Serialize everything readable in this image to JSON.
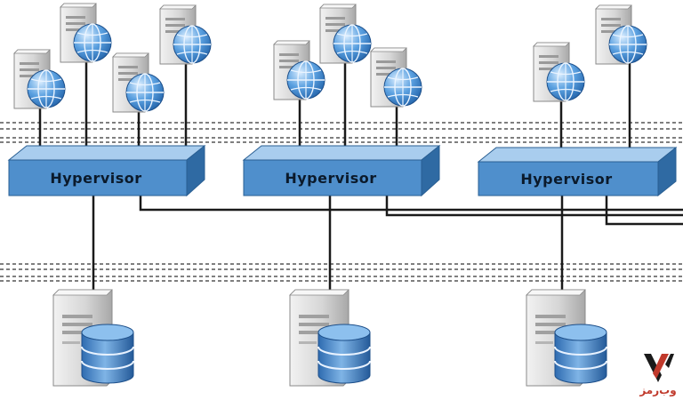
{
  "hypervisors": [
    {
      "label": "Hypervisor"
    },
    {
      "label": "Hypervisor"
    },
    {
      "label": "Hypervisor"
    }
  ],
  "logo": {
    "text": "وب‌رمز"
  },
  "colors": {
    "hypervisor_front": "#4f8fcc",
    "hypervisor_top": "#a9cdee",
    "hypervisor_side": "#2f6aa3",
    "server_body": "#d8d8d8",
    "globe": "#3c86cf",
    "database": "#3f7fc4",
    "wire": "#1a1a1a",
    "dashed": "#555555",
    "logo_red": "#c0392b"
  },
  "icons": {
    "web_server": "server-with-globe-icon",
    "db_server": "server-with-database-icon"
  }
}
